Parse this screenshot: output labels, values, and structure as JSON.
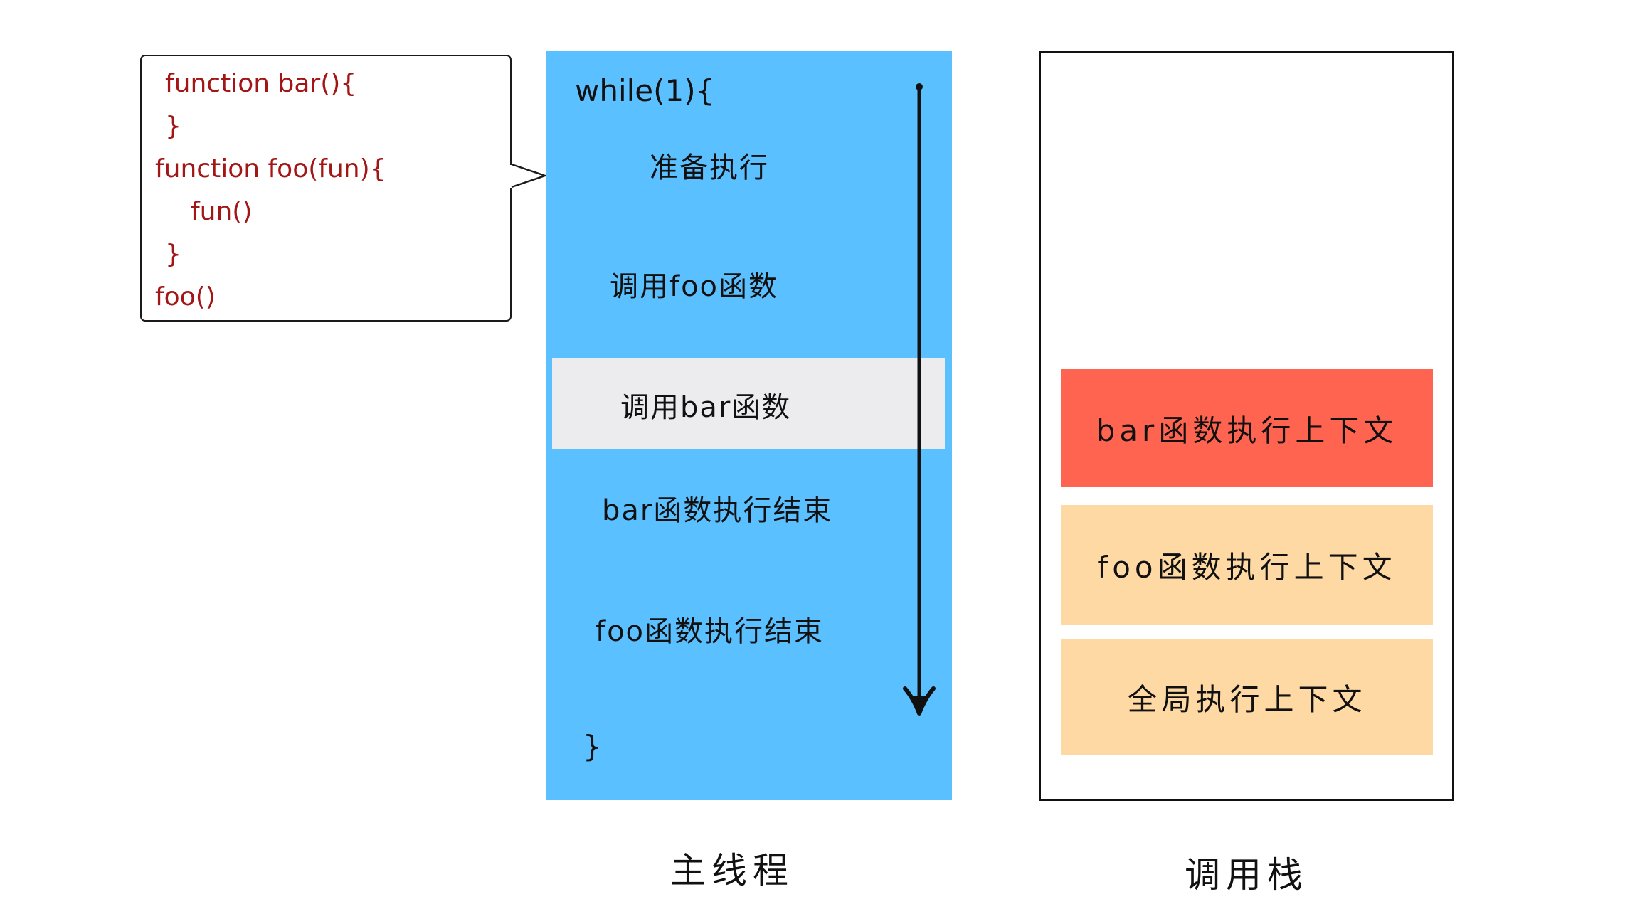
{
  "code_snippet": {
    "lines": [
      "function bar(){",
      "}",
      "function foo(fun){",
      "fun()",
      "}",
      "foo()"
    ],
    "text_color": "#a31616"
  },
  "main_thread": {
    "loop_open": "while(1){",
    "steps": [
      "准备执行",
      "调用foo函数",
      "调用bar函数",
      "bar函数执行结束",
      "foo函数执行结束"
    ],
    "highlighted_step_index": 2,
    "loop_close": "}",
    "caption": "主线程",
    "panel_color": "#5bc0ff",
    "highlight_color": "#ececee"
  },
  "call_stack": {
    "frames": [
      {
        "label": "bar函数执行上下文",
        "color": "#ff6450"
      },
      {
        "label": "foo函数执行上下文",
        "color": "#fed9a4"
      },
      {
        "label": "全局执行上下文",
        "color": "#fed9a4"
      }
    ],
    "caption": "调用栈"
  }
}
